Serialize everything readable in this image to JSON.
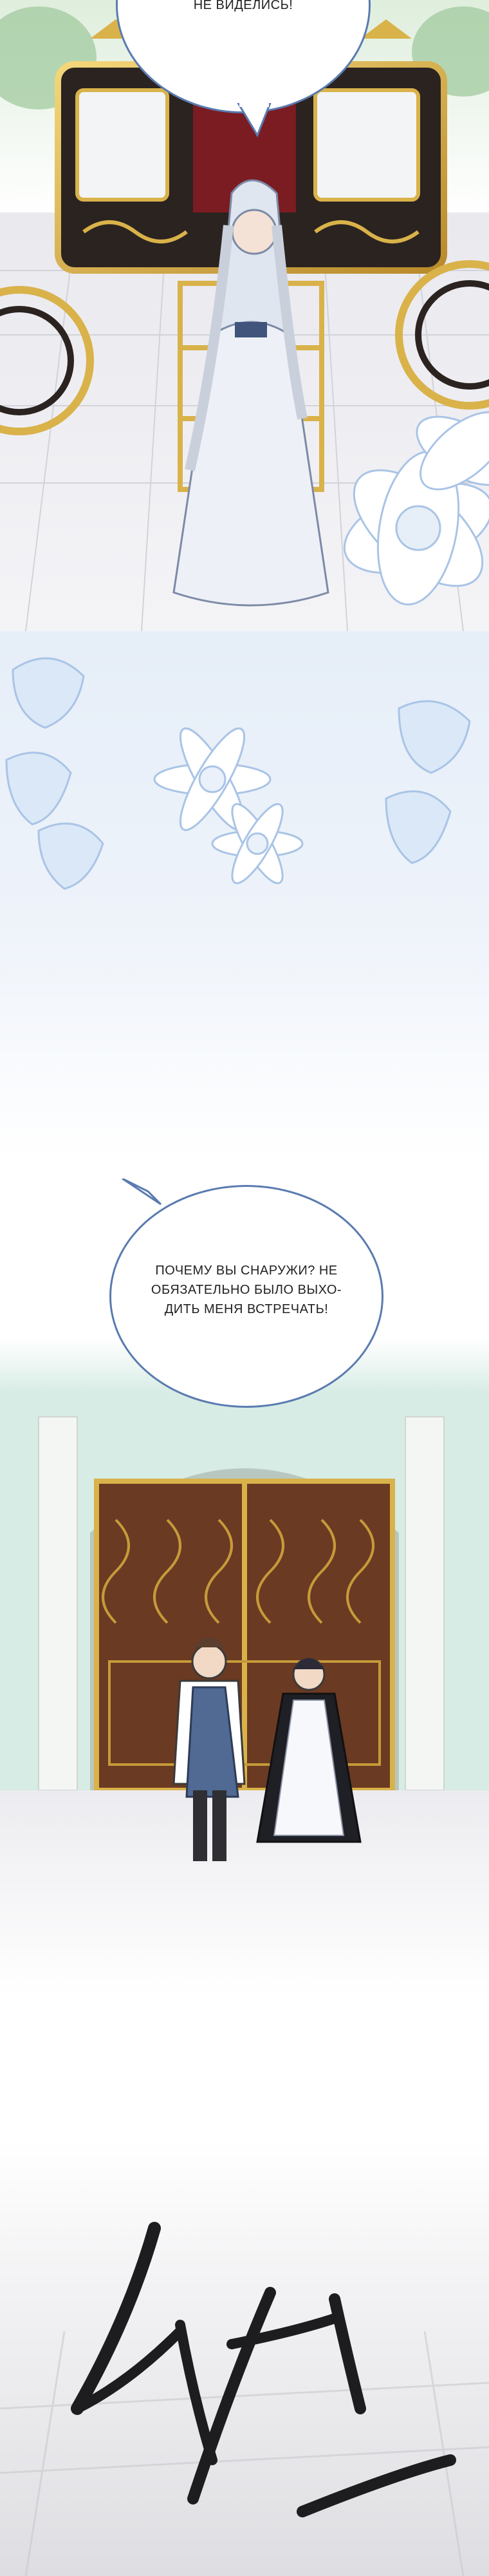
{
  "panels": {
    "carriage": {
      "speech_bubble_top": {
        "text": "НЕ ВИДЕЛИСЬ!"
      }
    },
    "gate": {
      "speech_bubble": {
        "lines": [
          "ПОЧЕМУ ВЫ СНАРУЖИ? НЕ",
          "ОБЯЗАТЕЛЬНО БЫЛО ВЫХО-",
          "ДИТЬ МЕНЯ ВСТРЕЧАТЬ!"
        ]
      }
    },
    "sfx": {
      "text": "척—"
    }
  },
  "colors": {
    "sky": "#cfe7d6",
    "carriage_gold": "#d9b24a",
    "carriage_dark": "#2b2320",
    "floor": "#e6e6ea",
    "flower_blue": "#bcd8f2",
    "gate_wall": "#d7ece4",
    "gate_door": "#6b3a22",
    "bubble_border": "#5a7bb0"
  }
}
